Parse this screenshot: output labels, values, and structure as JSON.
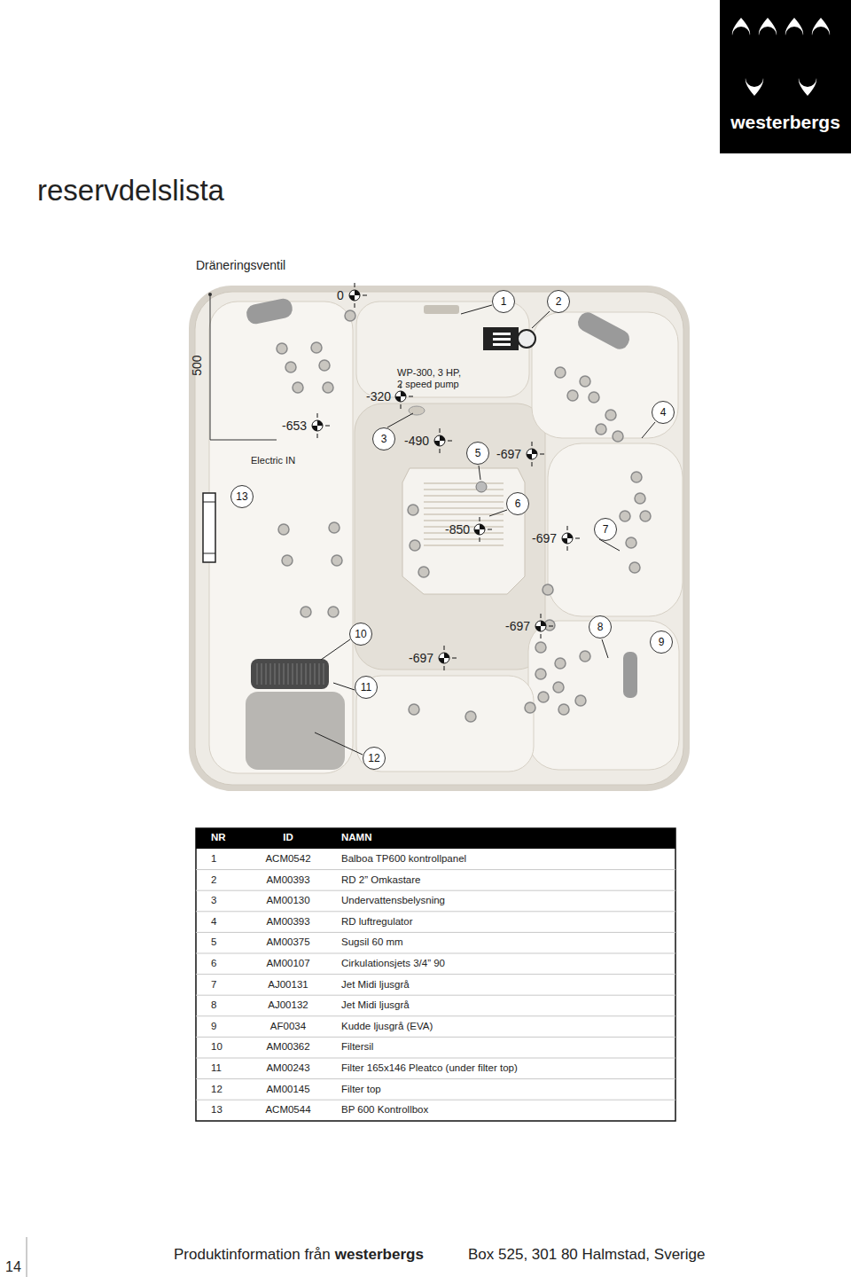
{
  "diagram": {
    "title": "reservdelslista",
    "nodes": [
      {
        "text": [
          "westerbergs"
        ]
      },
      {
        "text": [
          "1"
        ]
      },
      {
        "text": [
          "2"
        ]
      },
      {
        "text": [
          "4"
        ]
      },
      {
        "text": [
          "3"
        ]
      },
      {
        "text": [
          "5"
        ]
      },
      {
        "text": [
          "13"
        ]
      },
      {
        "text": [
          "6"
        ]
      },
      {
        "text": [
          "7"
        ]
      },
      {
        "text": [
          "10"
        ]
      },
      {
        "text": [
          "8"
        ]
      },
      {
        "text": [
          "9"
        ]
      },
      {
        "text": [
          "11"
        ]
      },
      {
        "text": [
          "12"
        ]
      }
    ],
    "labels": [
      "Dräneringsventil",
      "0",
      "500",
      "WP-300, 3 HP, 2 speed pump",
      "-320",
      "-653",
      "Electric IN",
      "-490",
      "-697",
      "-850",
      "-697",
      "-697",
      "-697",
      "NR",
      "ID",
      "NAMN",
      "1",
      "ACM0542",
      "Balboa TP600 kontrollpanel",
      "2",
      "AM00393",
      "RD 2” Omkastare",
      "3",
      "AM00130",
      "Undervattensbelysning",
      "4",
      "AM00393",
      "RD luftregulator",
      "5",
      "AM00375",
      "Sugsil 60 mm",
      "6",
      "AM00107",
      "Cirkulationsjets 3/4” 90",
      "7",
      "AJ00131",
      "Jet Midi ljusgrå",
      "8",
      "AJ00132",
      "Jet Midi ljusgrå",
      "9",
      "AF0034",
      "Kudde ljusgrå (EVA)",
      "10",
      "AM00362",
      "Filtersil",
      "11",
      "AM00243",
      "Filter 165x146 Pleatco (under filter top)",
      "12",
      "AM00145",
      "Filter top",
      "13",
      "ACM0544",
      "BP 600 Kontrollbox",
      "Produktinformation från",
      "westerbergs",
      "Box 525, 301 80 Halmstad, Sverige",
      "14"
    ]
  }
}
